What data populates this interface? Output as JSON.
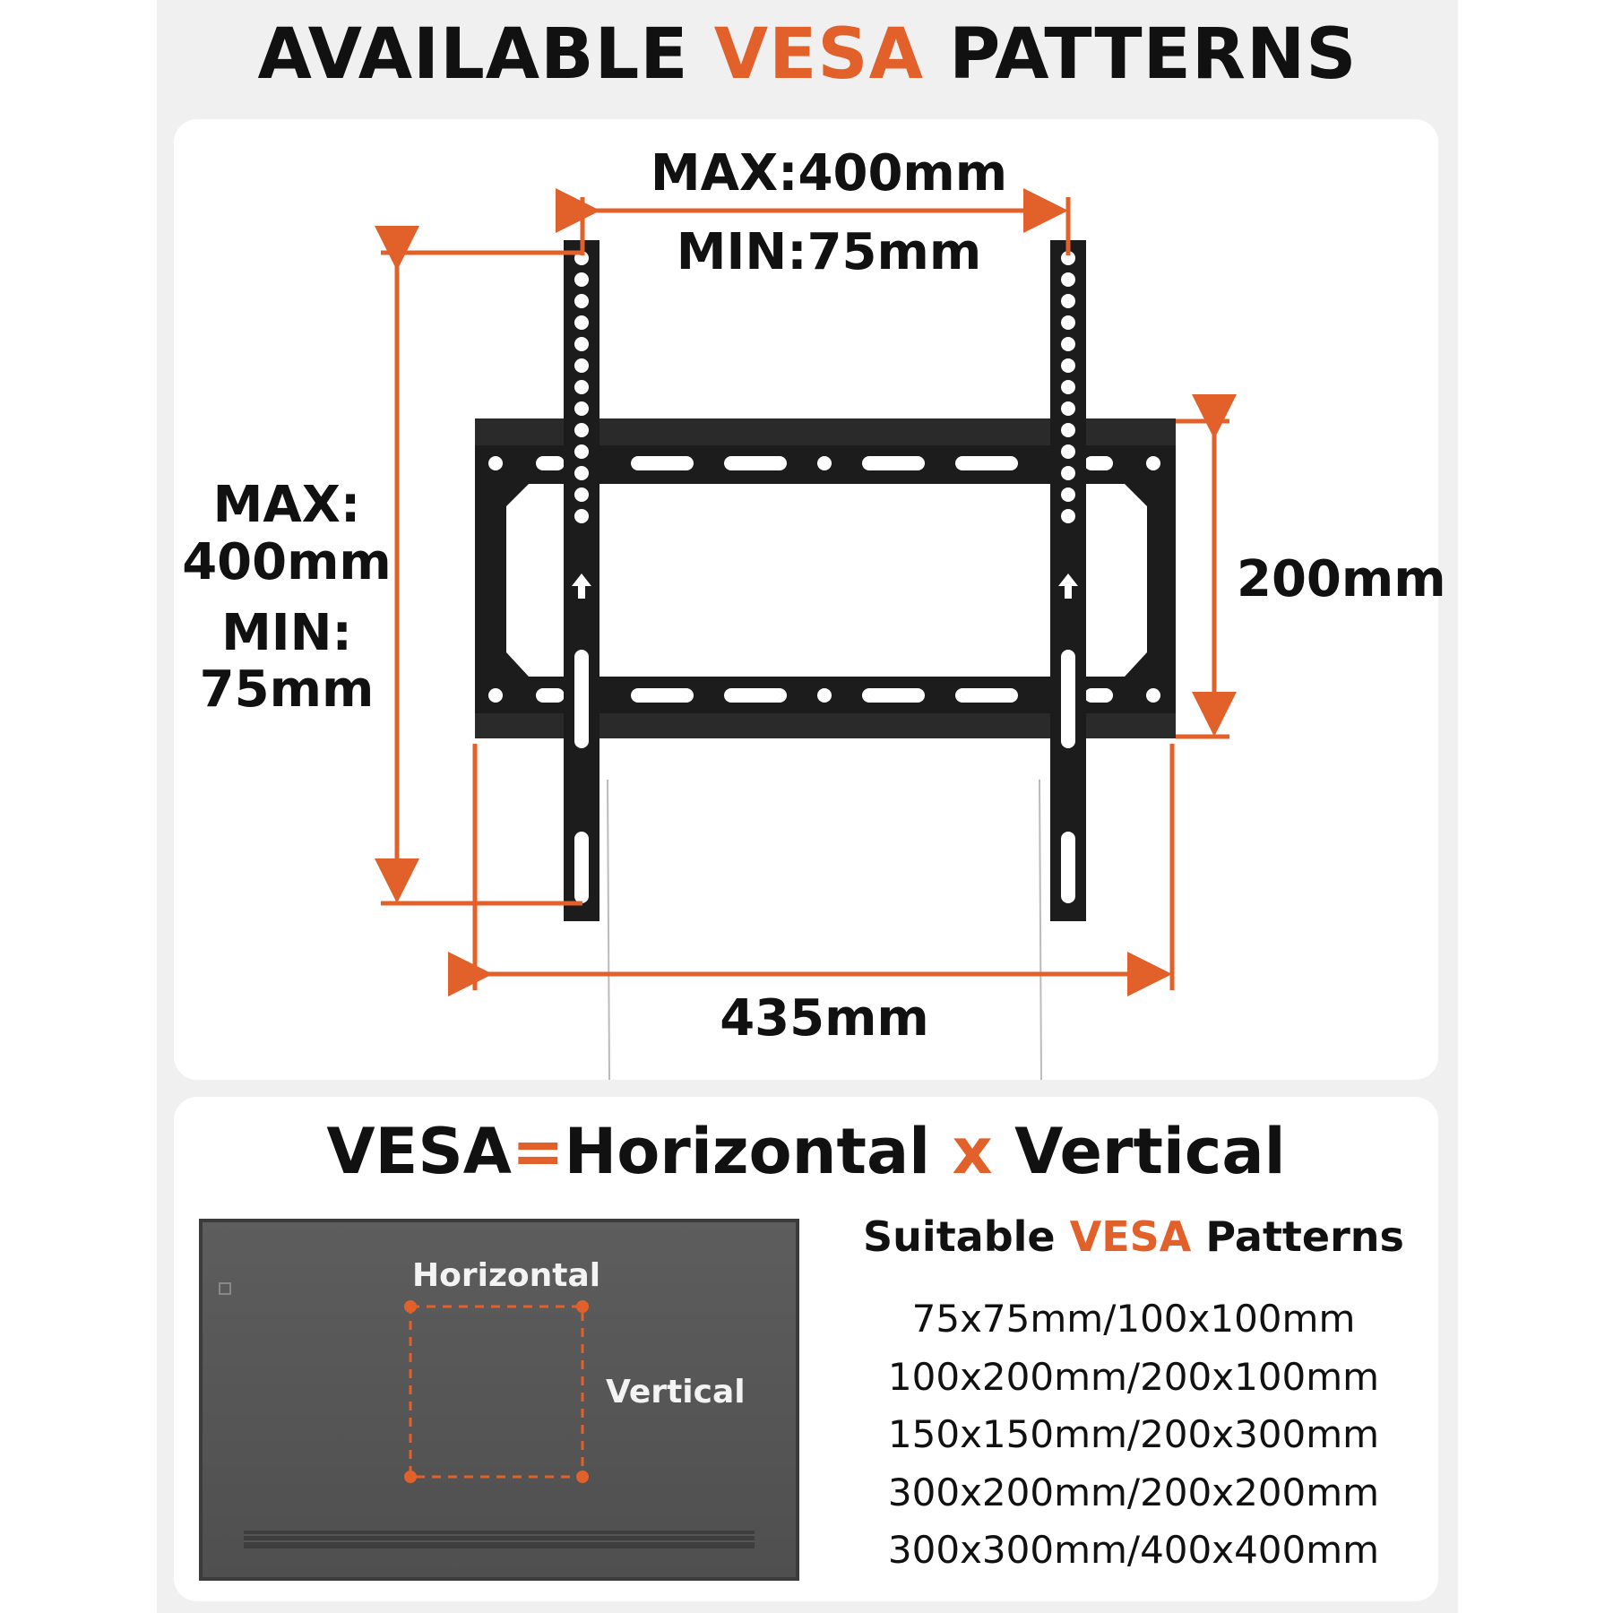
{
  "title": {
    "part1": "AVAILABLE ",
    "accent": "VESA",
    "part2": " PATTERNS"
  },
  "diagram": {
    "top_max": "MAX:400mm",
    "top_min": "MIN:75mm",
    "left_max_line1": "MAX:",
    "left_max_line2": "400mm",
    "left_min_line1": "MIN:",
    "left_min_line2": "75mm",
    "right_height": "200mm",
    "bottom_width": "435mm"
  },
  "formula": {
    "vesa": "VESA",
    "equals": "=",
    "horizontal": "Horizontal",
    "times": " x ",
    "vertical": "Vertical"
  },
  "tv": {
    "horizontal_label": "Horizontal",
    "vertical_label": "Vertical"
  },
  "suitable": {
    "part1": "Suitable ",
    "accent": "VESA",
    "part2": " Patterns",
    "patterns": [
      "75x75mm/100x100mm",
      "100x200mm/200x100mm",
      "150x150mm/200x300mm",
      "300x200mm/200x200mm",
      "300x300mm/400x400mm"
    ]
  },
  "colors": {
    "accent": "#e2612a",
    "text": "#111111",
    "bracket": "#1c1c1c",
    "background": "#f0f0f0",
    "card": "#ffffff"
  }
}
